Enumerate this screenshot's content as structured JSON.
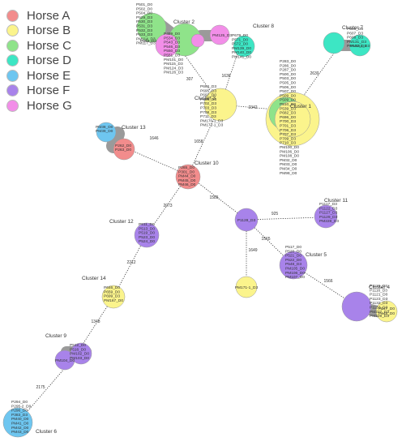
{
  "legend": [
    {
      "label": "Horse A",
      "color": "#f28c8c"
    },
    {
      "label": "Horse B",
      "color": "#fbf48c"
    },
    {
      "label": "Horse C",
      "color": "#8fe38a"
    },
    {
      "label": "Horse D",
      "color": "#3de6c4"
    },
    {
      "label": "Horse E",
      "color": "#6ec6f0"
    },
    {
      "label": "Horse F",
      "color": "#a883ea"
    },
    {
      "label": "Horse G",
      "color": "#f28ee8"
    }
  ],
  "clusters": [
    {
      "id": "c1",
      "title": "Cluster 1",
      "labels": [
        "P283_D0",
        "P286_D0",
        "P287_D0",
        "P500_D0",
        "P503_D0",
        "P505_D0",
        "P506_D0",
        "P507_D0",
        "P509_D0",
        "P509_D0",
        "P510_D0",
        "P539_D3",
        "P682_D3",
        "P696_D0",
        "P700_D3",
        "P701_D3",
        "P706_D3",
        "P707_D3",
        "P709_D3",
        "P710_D3",
        "PM100_D0",
        "PM106_D0",
        "PM108_D0",
        "PM32_D0",
        "PM33_D0",
        "PM34_D0",
        "PM99_D0"
      ]
    },
    {
      "id": "c2",
      "title": "Cluster 2",
      "labels": [
        "P501_D0",
        "P502_D0",
        "P504_D0",
        "P529_D3",
        "P530_D3",
        "P531_D3",
        "P532_D3",
        "P533_D3",
        "PM114_D3",
        "PM117_D3",
        "P549_D3",
        "P499_D0",
        "P534_D3",
        "P543_D3",
        "P546_D3",
        "P550_D3",
        "P551_D3",
        "PM101_D0",
        "PM115_D3",
        "PM124_D3",
        "PM126_D3",
        "PM125_D3"
      ]
    },
    {
      "id": "c3",
      "title": "Cluster 3",
      "labels": [
        "P694_D3",
        "P695_D3",
        "P697_D0",
        "P698_D3",
        "P702_D3",
        "P703_D3",
        "P708_D3",
        "P711_D3",
        "PM170-1_D3",
        "PM172-1_D3"
      ]
    },
    {
      "id": "c4",
      "title": "Cluster 4",
      "labels": [
        "P1115_D3",
        "P1116_D3",
        "P1121_D0",
        "P1123_D3",
        "P1132_D3",
        "P1133_D3",
        "PM227_D3",
        "PM229_D3",
        "P647_D0",
        "P648_D0"
      ]
    },
    {
      "id": "c5",
      "title": "Cluster 5",
      "labels": [
        "P517_D0",
        "P520_D0",
        "P521_D0",
        "P522_D0",
        "P548_D3",
        "PM105_D0",
        "PM106_D0",
        "PM107_D0"
      ]
    },
    {
      "id": "c6",
      "title": "Cluster 6",
      "labels": [
        "P294_D0",
        "P295-2_D0",
        "P296_D0",
        "P383_D3",
        "PM40_D0",
        "PM41_D0",
        "PM42_D0",
        "PM43_D0"
      ]
    },
    {
      "id": "c7",
      "title": "Cluster 7",
      "labels": [
        "P606_D3",
        "P607_D3",
        "P608_D3",
        "PM131_D3",
        "PM132_D3",
        "PM153_D3"
      ]
    },
    {
      "id": "c8",
      "title": "Cluster 8",
      "labels": [
        "P679_D0",
        "P571_D0",
        "P572_D0",
        "PM139_D0",
        "PM140_D0",
        "PM141_D0"
      ]
    },
    {
      "id": "c9",
      "title": "Cluster 9",
      "labels": [
        "P512_D0",
        "P516_D0",
        "PM102_D0",
        "PM103_D0",
        "PM104_D0"
      ]
    },
    {
      "id": "c10",
      "title": "Cluster 10",
      "labels": [
        "P265_D0",
        "P301_D0",
        "PM44_D0",
        "PM45_D0",
        "PM46_D0"
      ]
    },
    {
      "id": "c11",
      "title": "Cluster 11",
      "labels": [
        "P1117_D3",
        "P1122_D3",
        "P1127_D3",
        "P1129_D3",
        "PM228_D3",
        "P1128_D3"
      ]
    },
    {
      "id": "c12",
      "title": "Cluster 12",
      "labels": [
        "P511_D0",
        "P513_D0",
        "P519_D0",
        "P523_D0",
        "P524_D0"
      ]
    },
    {
      "id": "c13",
      "title": "Cluster 13",
      "labels": [
        "PM38_D0",
        "PM39_D0",
        "P262_D0",
        "P263_D0"
      ]
    },
    {
      "id": "c14",
      "title": "Cluster 14",
      "labels": [
        "P646_D0",
        "P659_D0",
        "P699_D3",
        "PM167_D0"
      ]
    },
    {
      "id": "s1",
      "title": "",
      "labels": [
        "PM171-1_D3"
      ]
    }
  ],
  "edges": [
    {
      "from": "c3",
      "to": "c2",
      "weight": "307"
    },
    {
      "from": "c3",
      "to": "c8",
      "weight": "1636"
    },
    {
      "from": "c3",
      "to": "c1",
      "weight": "2342"
    },
    {
      "from": "c1",
      "to": "c7",
      "weight": "2630"
    },
    {
      "from": "c3",
      "to": "c10",
      "weight": "1658"
    },
    {
      "from": "c10",
      "to": "c13",
      "weight": "1646"
    },
    {
      "from": "c10",
      "to": "c12",
      "weight": "2073"
    },
    {
      "from": "c10",
      "to": "p1128",
      "weight": "1585"
    },
    {
      "from": "p1128",
      "to": "c11",
      "weight": "925"
    },
    {
      "from": "p1128",
      "to": "s1",
      "weight": "1649"
    },
    {
      "from": "p1128",
      "to": "c5",
      "weight": "1565"
    },
    {
      "from": "c5",
      "to": "c4",
      "weight": "1566"
    },
    {
      "from": "c12",
      "to": "c14",
      "weight": "2212"
    },
    {
      "from": "c14",
      "to": "c9",
      "weight": "1348"
    },
    {
      "from": "c9",
      "to": "c6",
      "weight": "2175"
    }
  ]
}
